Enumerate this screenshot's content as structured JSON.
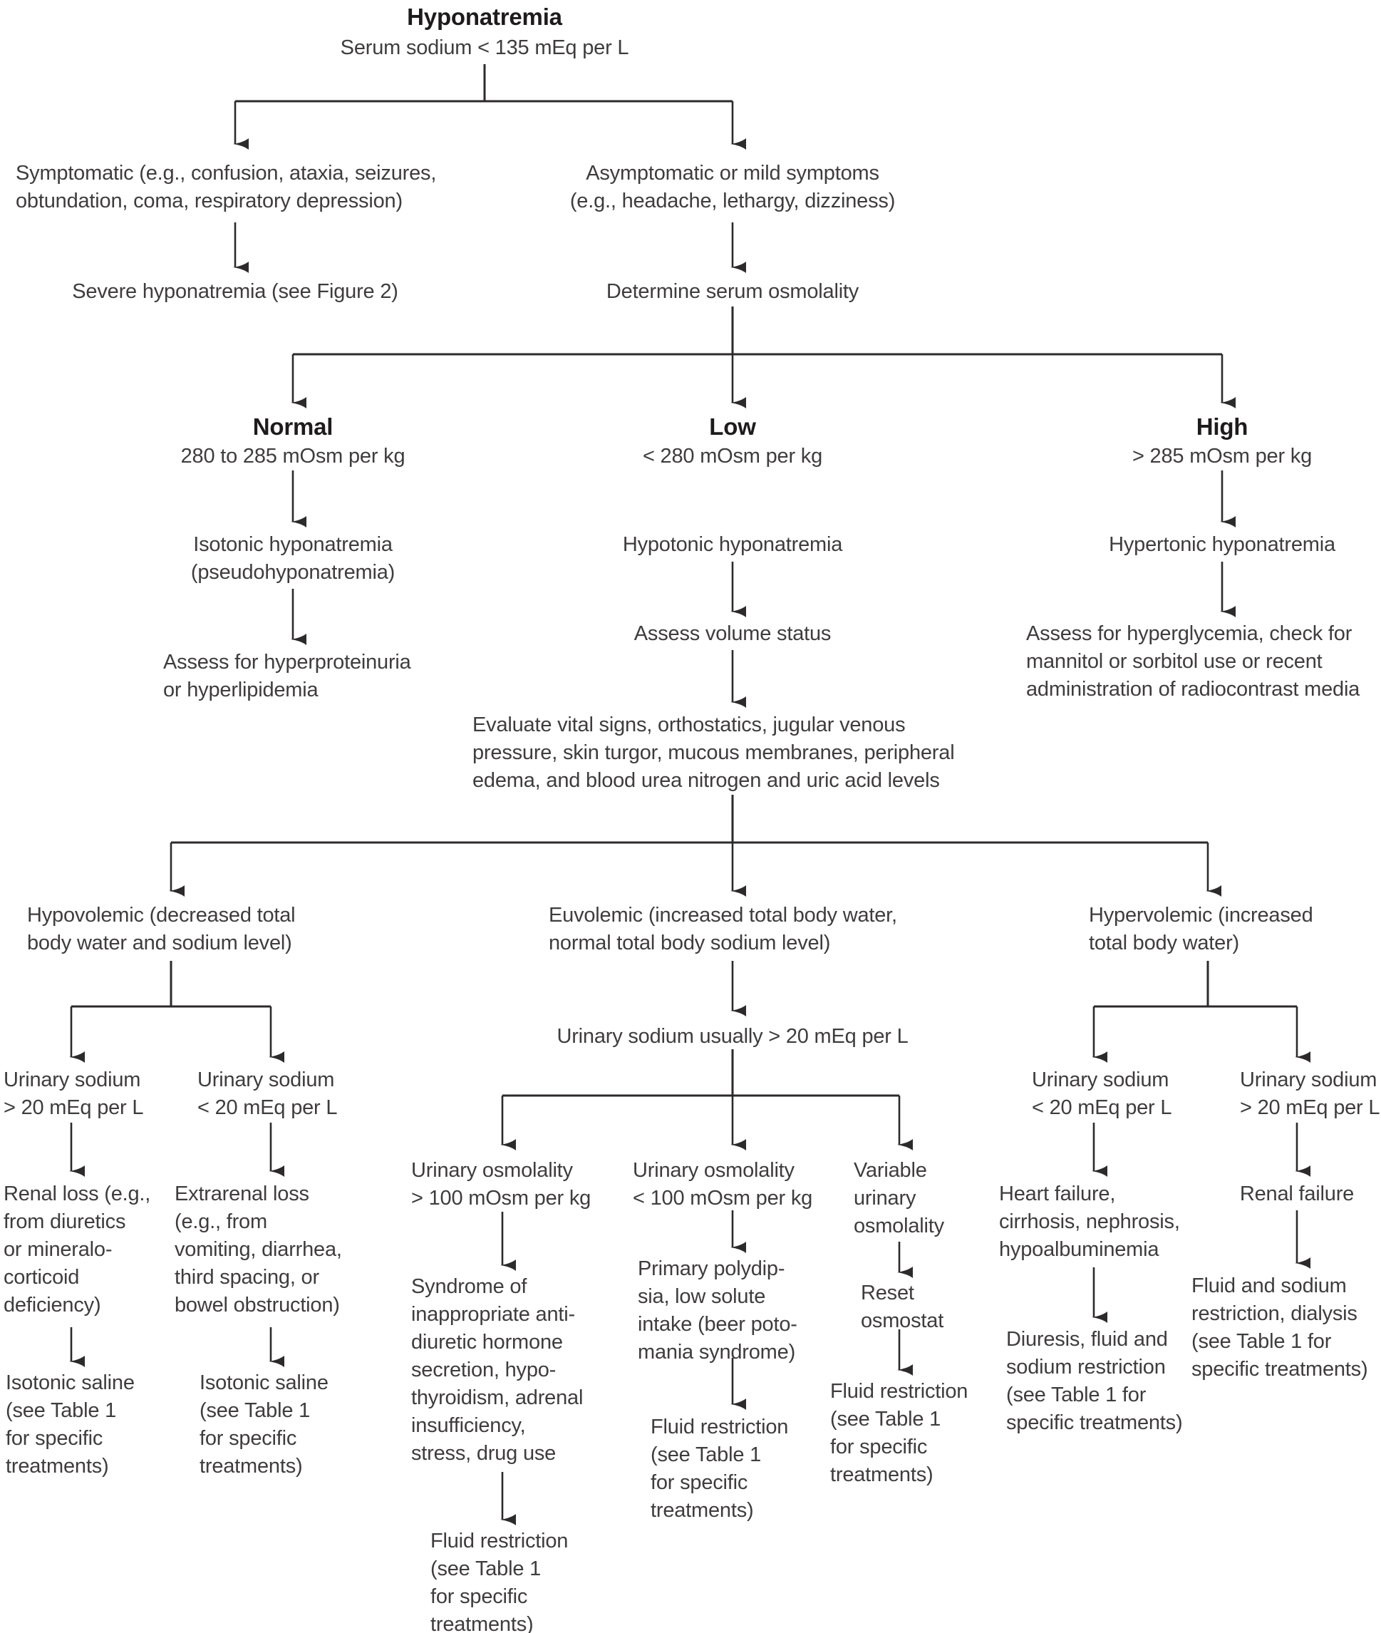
{
  "figure": {
    "type": "clinical-decision-flowchart",
    "topic": "Hyponatremia evaluation"
  },
  "colors": {
    "background": "#ffffff",
    "ink": "#2d2a2b",
    "text": "#3f3c3d",
    "heading": "#1e1b1c"
  },
  "nodes": {
    "title_label": {
      "text": "Hyponatremia"
    },
    "title_sub": {
      "text": "Serum sodium < 135 mEq per L"
    },
    "symptomatic": {
      "text": "Symptomatic (e.g., confusion, ataxia, seizures,\nobtundation, coma, respiratory depression)"
    },
    "asymptomatic": {
      "text": "Asymptomatic or mild symptoms\n(e.g., headache, lethargy, dizziness)"
    },
    "severe": {
      "text": "Severe hyponatremia (see Figure 2)"
    },
    "determine": {
      "text": "Determine serum osmolality"
    },
    "normal_label": {
      "text": "Normal"
    },
    "normal_sub": {
      "text": "280 to 285 mOsm per kg"
    },
    "low_label": {
      "text": "Low"
    },
    "low_sub": {
      "text": "< 280 mOsm per kg"
    },
    "high_label": {
      "text": "High"
    },
    "high_sub": {
      "text": "> 285 mOsm per kg"
    },
    "isotonic": {
      "text": "Isotonic hyponatremia\n(pseudohyponatremia)"
    },
    "hypotonic": {
      "text": "Hypotonic hyponatremia"
    },
    "hypertonic": {
      "text": "Hypertonic hyponatremia"
    },
    "assess_protein": {
      "text": "Assess for hyperproteinuria\nor hyperlipidemia"
    },
    "assess_volume": {
      "text": "Assess volume status"
    },
    "assess_hyperglycemia": {
      "text": "Assess for hyperglycemia, check for\nmannitol or sorbitol use or recent\nadministration of radiocontrast media"
    },
    "evaluate": {
      "text": "Evaluate vital signs, orthostatics, jugular venous\npressure, skin turgor, mucous membranes, peripheral\nedema, and blood urea nitrogen and uric acid levels"
    },
    "hypovolemic": {
      "text": "Hypovolemic (decreased total\nbody water and sodium level)"
    },
    "euvolemic": {
      "text": "Euvolemic (increased total body water,\nnormal total body sodium level)"
    },
    "hypervolemic": {
      "text": "Hypervolemic (increased\ntotal body water)"
    },
    "hypo_na_high": {
      "text": "Urinary sodium\n> 20 mEq per L"
    },
    "hypo_na_low": {
      "text": "Urinary sodium\n< 20 mEq per L"
    },
    "usually": {
      "text": "Urinary sodium usually > 20 mEq per L"
    },
    "hyper_na_low": {
      "text": "Urinary sodium\n< 20 mEq per L"
    },
    "hyper_na_high": {
      "text": "Urinary sodium\n> 20 mEq per L"
    },
    "renal_loss": {
      "text": "Renal loss (e.g.,\nfrom diuretics\nor mineralo-\ncorticoid\ndeficiency)"
    },
    "extrarenal_loss": {
      "text": "Extrarenal loss\n(e.g., from\nvomiting, diarrhea,\nthird spacing, or\nbowel obstruction)"
    },
    "isotonic_saline_1": {
      "text": "Isotonic saline\n(see Table 1\nfor specific\ntreatments)"
    },
    "isotonic_saline_2": {
      "text": "Isotonic saline\n(see Table 1\nfor specific\ntreatments)"
    },
    "uo_high": {
      "text": "Urinary osmolality\n> 100 mOsm per kg"
    },
    "uo_low": {
      "text": "Urinary osmolality\n< 100 mOsm per kg"
    },
    "uo_variable": {
      "text": "Variable\nurinary\nosmolality"
    },
    "siadh": {
      "text": "Syndrome of\ninappropriate anti-\ndiuretic hormone\nsecretion, hypo-\nthyroidism, adrenal\ninsufficiency,\nstress, drug use"
    },
    "polydipsia": {
      "text": "Primary polydip-\nsia, low solute\nintake (beer poto-\nmania syndrome)"
    },
    "reset_osmostat": {
      "text": "Reset\nosmostat"
    },
    "fluid_restriction_siadh": {
      "text": "Fluid restriction\n(see Table 1\nfor specific\ntreatments)"
    },
    "fluid_restriction_polydipsia": {
      "text": "Fluid restriction\n(see Table 1\nfor specific\ntreatments)"
    },
    "fluid_restriction_reset": {
      "text": "Fluid restriction\n(see Table 1\nfor specific\ntreatments)"
    },
    "heart_failure": {
      "text": "Heart failure,\ncirrhosis, nephrosis,\nhypoalbuminemia"
    },
    "diuresis": {
      "text": "Diuresis, fluid and\nsodium restriction\n(see Table 1 for\nspecific treatments)"
    },
    "renal_failure": {
      "text": "Renal failure"
    },
    "fluid_sodium_restriction": {
      "text": "Fluid and sodium\nrestriction, dialysis\n(see Table 1 for\nspecific treatments)"
    }
  }
}
